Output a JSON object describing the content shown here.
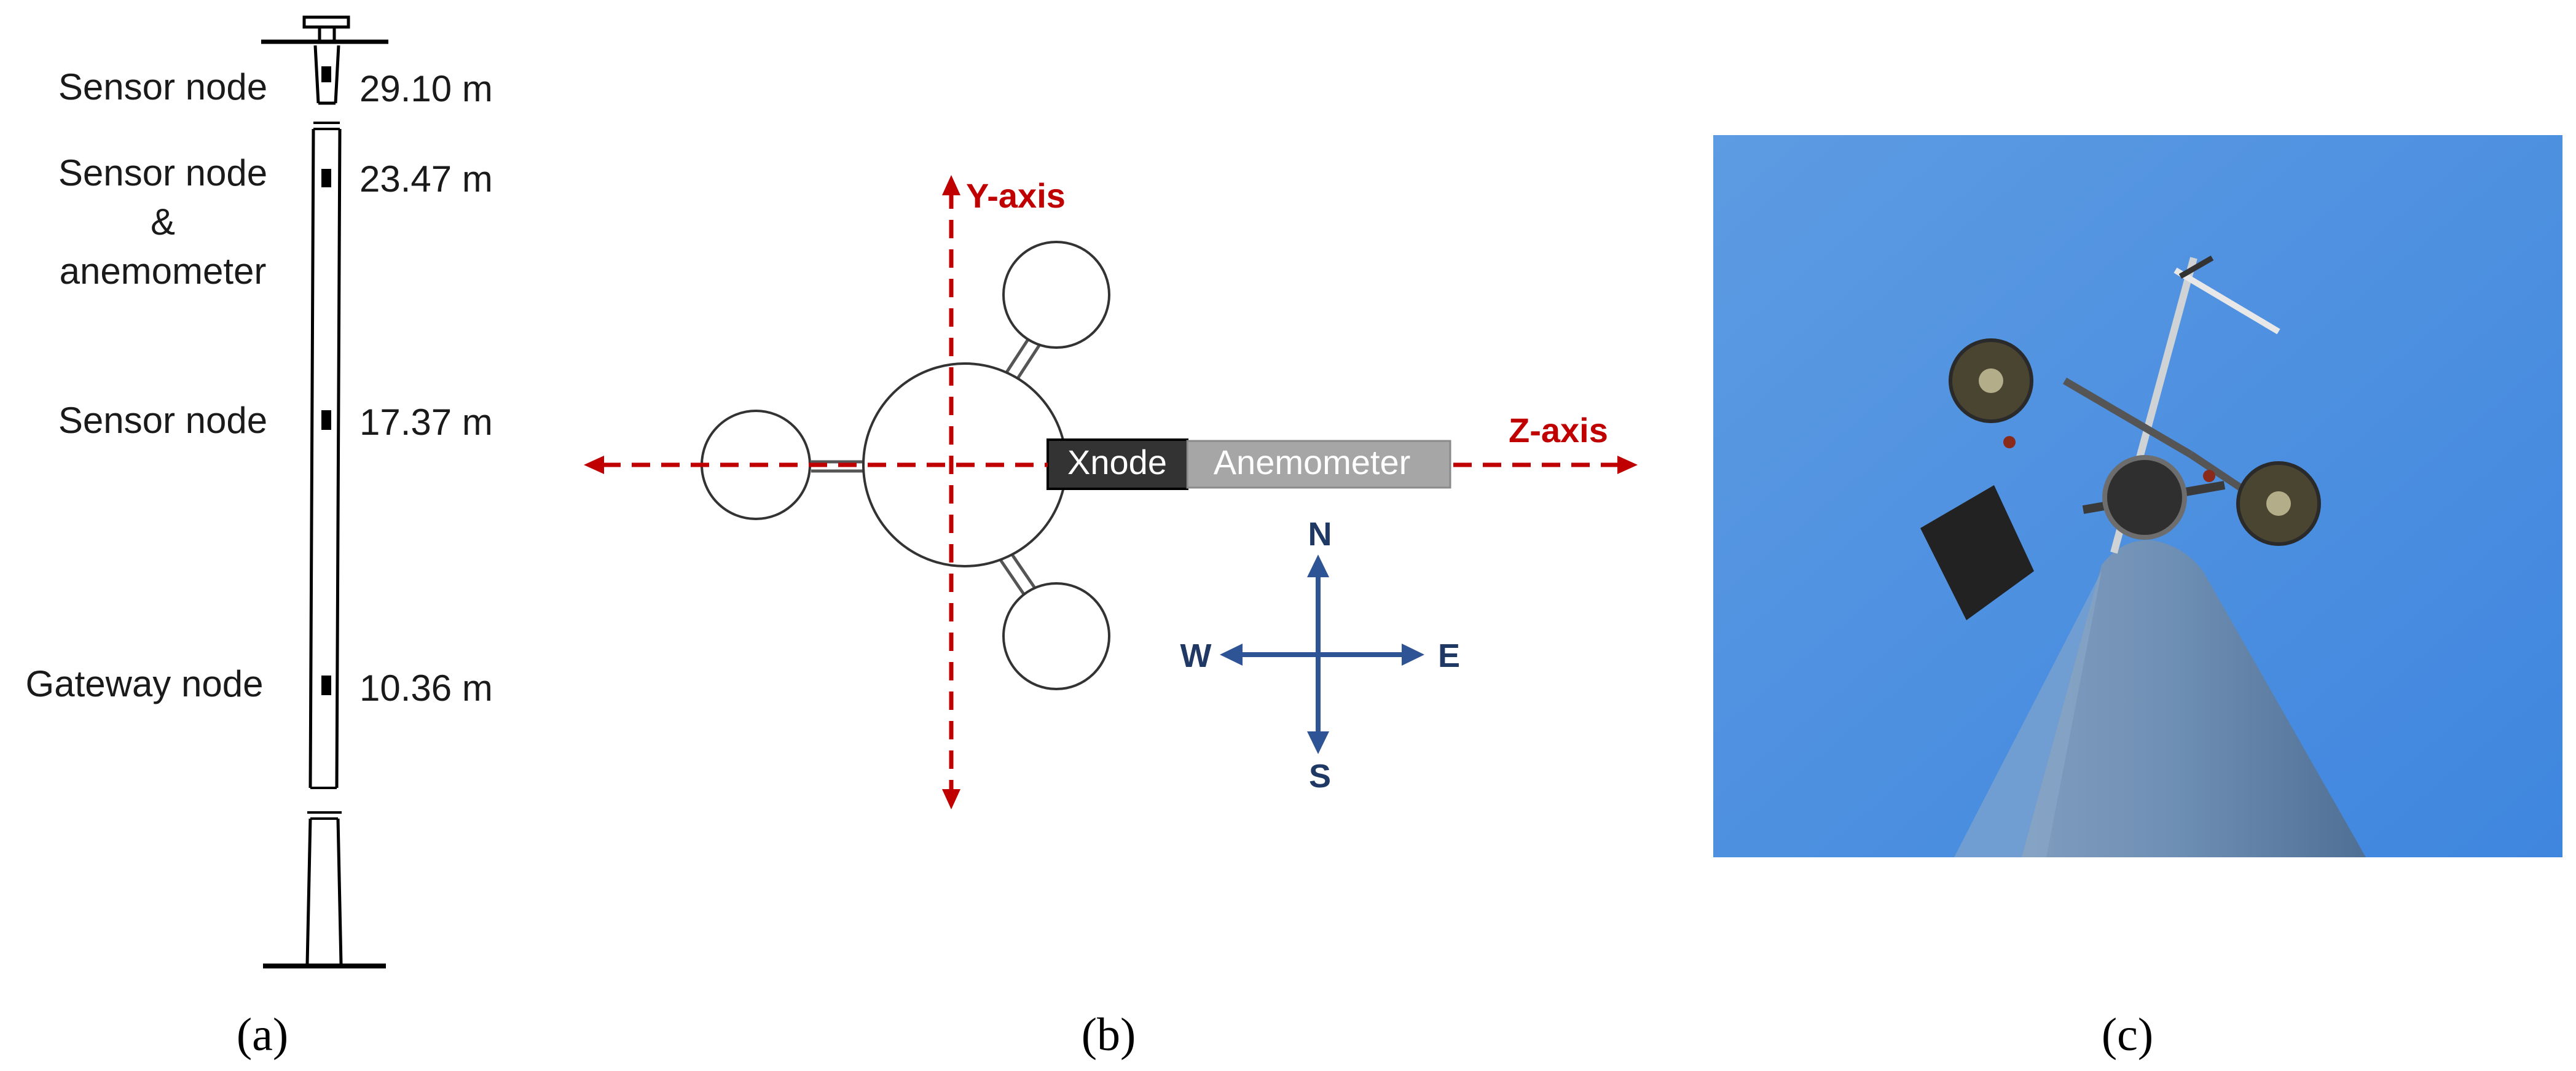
{
  "panel_a": {
    "nodes": [
      {
        "label_lines": [
          "Sensor node"
        ],
        "height": "29.10 m"
      },
      {
        "label_lines": [
          "Sensor node",
          "&",
          "anemometer"
        ],
        "height": "23.47 m"
      },
      {
        "label_lines": [
          "Sensor node"
        ],
        "height": "17.37 m"
      },
      {
        "label_lines": [
          "Gateway node"
        ],
        "height": "10.36 m"
      }
    ],
    "caption": "(a)"
  },
  "panel_b": {
    "y_axis_label": "Y-axis",
    "z_axis_label": "Z-axis",
    "xnode_label": "Xnode",
    "anemometer_label": "Anemometer",
    "compass": {
      "n": "N",
      "s": "S",
      "e": "E",
      "w": "W"
    },
    "caption": "(b)"
  },
  "panel_c": {
    "caption": "(c)"
  },
  "colors": {
    "axis_red": "#c00000",
    "compass_blue": "#2e5496",
    "compass_text": "#1f3864",
    "xnode_fill": "#333333",
    "anemometer_fill": "#a6a6a6",
    "sky_blue": "#5b9be0"
  }
}
